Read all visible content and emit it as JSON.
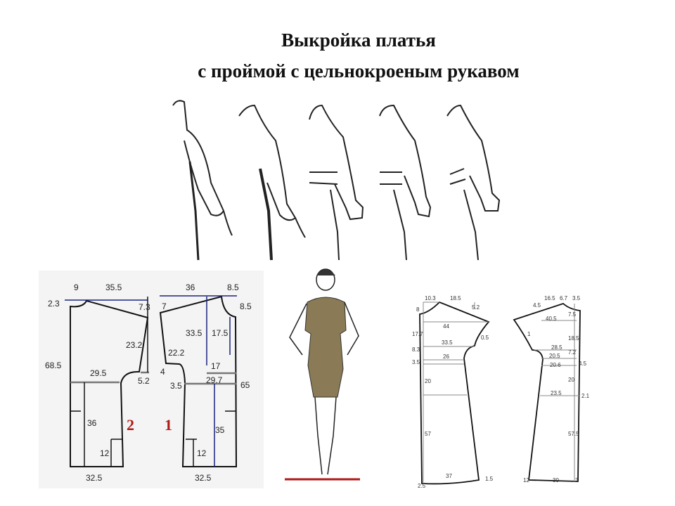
{
  "title": {
    "line1": "Выкройка платья",
    "line2": "с проймой с цельнокроеным рукавом"
  },
  "left_pattern": {
    "piece_numbers": [
      "2",
      "1"
    ],
    "labels": [
      "9",
      "35.5",
      "2.3",
      "7.3",
      "23.2",
      "68.5",
      "29.5",
      "5.2",
      "36",
      "12",
      "32.5",
      "36",
      "8.5",
      "7",
      "8.5",
      "33.5",
      "17.5",
      "22.2",
      "4",
      "17",
      "3.5",
      "29.7",
      "65",
      "35",
      "12",
      "32.5"
    ]
  },
  "front_pattern": {
    "labels": [
      "10.3",
      "18.5",
      "8",
      "5.2",
      "44",
      "0.5",
      "33.5",
      "26",
      "17.7",
      "8.3",
      "3.5",
      "20",
      "57",
      "37",
      "1.5",
      "2.5"
    ]
  },
  "back_pattern": {
    "labels": [
      "16.5",
      "6.7",
      "3.5",
      "4.5",
      "40.5",
      "7.5",
      "1",
      "18.5",
      "28.5",
      "20.5",
      "20.6",
      "7.2",
      "4.5",
      "20",
      "23.5",
      "2.1",
      "57.5",
      "12",
      "30",
      "3"
    ]
  },
  "colors": {
    "numbers": "#b01818",
    "guides": "#1a237e",
    "dress": "#8a7a55"
  }
}
